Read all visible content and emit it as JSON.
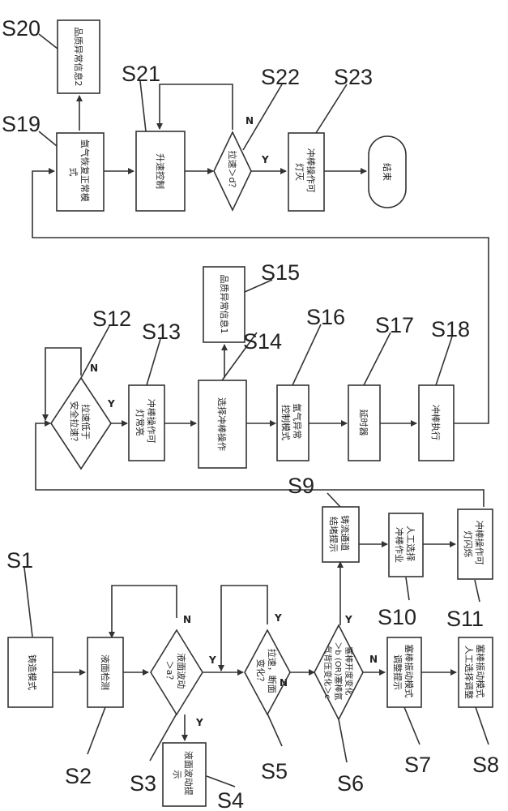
{
  "steps": {
    "s1": "S1",
    "s2": "S2",
    "s3": "S3",
    "s4": "S4",
    "s5": "S5",
    "s6": "S6",
    "s7": "S7",
    "s8": "S8",
    "s9": "S9",
    "s10": "S10",
    "s11": "S11",
    "s12": "S12",
    "s13": "S13",
    "s14": "S14",
    "s15": "S15",
    "s16": "S16",
    "s17": "S17",
    "s18": "S18",
    "s19": "S19",
    "s20": "S20",
    "s21": "S21",
    "s22": "S22",
    "s23": "S23"
  },
  "nodes": {
    "s1": [
      "铸造模式"
    ],
    "s2": [
      "液面检测"
    ],
    "s3": [
      "液面波动",
      "＞a？"
    ],
    "s4": [
      "液面波动提",
      "示"
    ],
    "s5": [
      "拉速，断面",
      "变化？"
    ],
    "s6": [
      "塞棒开度变化",
      "＞b (OR)塞棒氩",
      "气背压变化＞c"
    ],
    "s7": [
      "塞棒振动模式",
      "调整提示"
    ],
    "s8": [
      "塞棒振动模式",
      "人工选择调整"
    ],
    "s9": [
      "铸流通道",
      "结堵提示"
    ],
    "s10": [
      "人工选择",
      "冲棒作业"
    ],
    "s11": [
      "冲棒操作可",
      "灯闪烁"
    ],
    "s12": [
      "拉速低于",
      "安全拉速？"
    ],
    "s13": [
      "冲棒操作可",
      "灯常亮"
    ],
    "s14": [
      "选择冲棒操作"
    ],
    "s15": [
      "品质异常信息1"
    ],
    "s16": [
      "氩气异常",
      "控制模式"
    ],
    "s17": [
      "延时器"
    ],
    "s18": [
      "冲棒执行"
    ],
    "s19": [
      "氩气恢复正常模",
      "式"
    ],
    "s20": [
      "品质异常信息2"
    ],
    "s21": [
      "升速控制"
    ],
    "s22": [
      "拉速＞d？"
    ],
    "s23": [
      "冲棒操作可",
      "灯灭"
    ],
    "end": [
      "结束"
    ]
  },
  "branch": {
    "yes": "Y",
    "no": "N"
  }
}
